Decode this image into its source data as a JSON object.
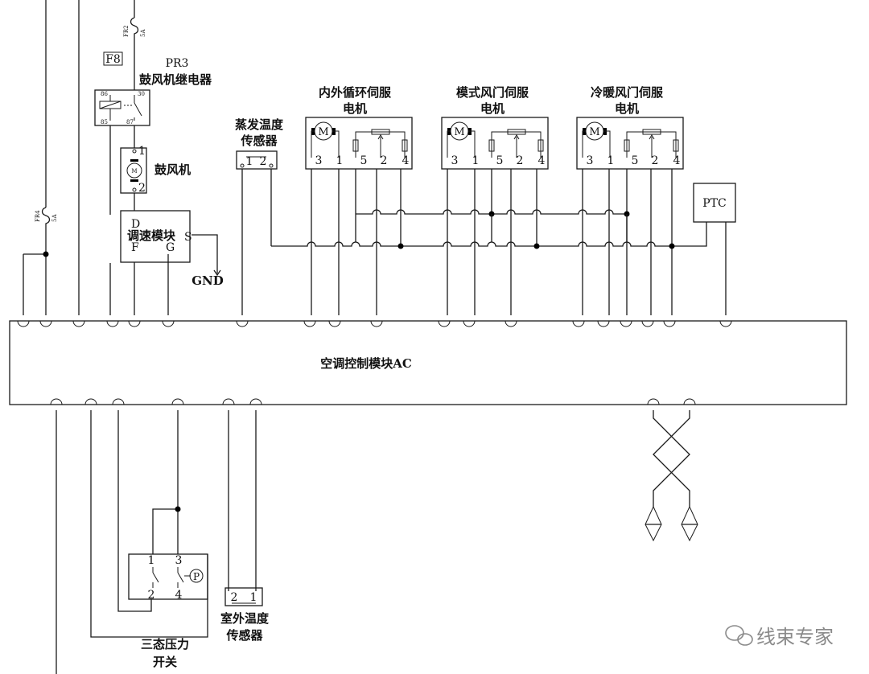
{
  "labels": {
    "f8": "F8",
    "pr3": "PR3",
    "blower_relay": "鼓风机继电器",
    "blower": "鼓风机",
    "speed_module": "调速模块",
    "speed_D": "D",
    "speed_F": "F",
    "speed_G": "G",
    "speed_S": "S",
    "gnd": "GND",
    "evap_sensor_l1": "蒸发温度",
    "evap_sensor_l2": "传感器",
    "recirc_servo_l1": "内外循环伺服",
    "recirc_servo_l2": "电机",
    "mode_servo_l1": "模式风门伺服",
    "mode_servo_l2": "电机",
    "temp_servo_l1": "冷暖风门伺服",
    "temp_servo_l2": "电机",
    "ptc": "PTC",
    "ac_module": "空调控制模块AC",
    "pressure_switch_l1": "三态压力",
    "pressure_switch_l2": "开关",
    "outdoor_sensor_l1": "室外温度",
    "outdoor_sensor_l2": "传感器",
    "p_symbol": "P",
    "fuse_fr2": "FR2",
    "fuse_fr2_rating": "5A",
    "fuse_fr4": "FR4",
    "fuse_fr4_rating": "5A",
    "relay_pin_85": "85",
    "relay_pin_86": "86",
    "relay_pin_30": "30",
    "relay_pin_87": "87"
  },
  "pins": {
    "blower": [
      "1",
      "2"
    ],
    "evap": [
      "1",
      "2"
    ],
    "servo": [
      "3",
      "1",
      "5",
      "2",
      "4"
    ],
    "pressure": [
      "1",
      "3",
      "2",
      "4"
    ],
    "outdoor": [
      "2",
      "1"
    ]
  },
  "watermark": {
    "text": "线束专家",
    "icon": "wechat-icon"
  }
}
